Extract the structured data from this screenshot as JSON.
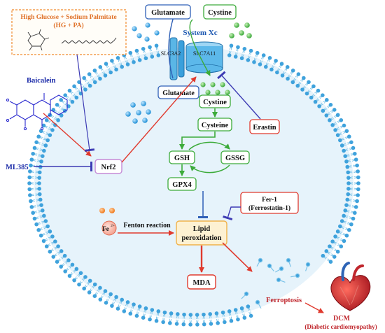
{
  "stimulus": {
    "line1": "High Glucose + Sodium Palmitate",
    "line2": "(HG + PA)",
    "molecule_icon": "glucose-structure-icon",
    "palmitate_icon": "palmitate-chain-icon"
  },
  "transporter": {
    "system_label": "System Xc",
    "subunit_left": "SLC3A2",
    "subunit_right": "SLC7A11"
  },
  "metabolites": {
    "glutamate_out": "Glutamate",
    "cystine_out": "Cystine",
    "glutamate_in": "Glutamate",
    "cystine_in": "Cystine",
    "cysteine": "Cysteine",
    "gsh": "GSH",
    "gssg": "GSSG",
    "gpx4": "GPX4",
    "lipid_line1": "Lipid",
    "lipid_line2": "peroxidation",
    "mda": "MDA"
  },
  "regulators": {
    "baicalein": "Baicalein",
    "ml385": "ML385",
    "nrf2": "Nrf2",
    "erastin": "Erastin",
    "fer1_line1": "Fer-1",
    "fer1_line2": "(Ferrostatin-1)"
  },
  "iron": {
    "label": "Fe",
    "charge": "2+",
    "reaction": "Fenton reaction"
  },
  "outcome": {
    "ferroptosis": "Ferroptosis",
    "dcm": "DCM",
    "dcm_full": "(Diabetic cardiomyopathy)",
    "heart_icon": "heart-icon"
  },
  "colors": {
    "membrane_head": "#3fa2dc",
    "membrane_tail": "#7cc3e8",
    "cytoplasm": "#e6f3fb",
    "activate": "#e03a2e",
    "inhibit": "#3d3bb4",
    "green_path": "#3cab3a",
    "blue_path": "#2e5fb6",
    "stimulus_border": "#f08a2c",
    "nrf2_border": "#c58ad6",
    "lipid_fill": "#fdf1d2",
    "lipid_border": "#f0b24a",
    "dark_red_text": "#c0272d"
  }
}
